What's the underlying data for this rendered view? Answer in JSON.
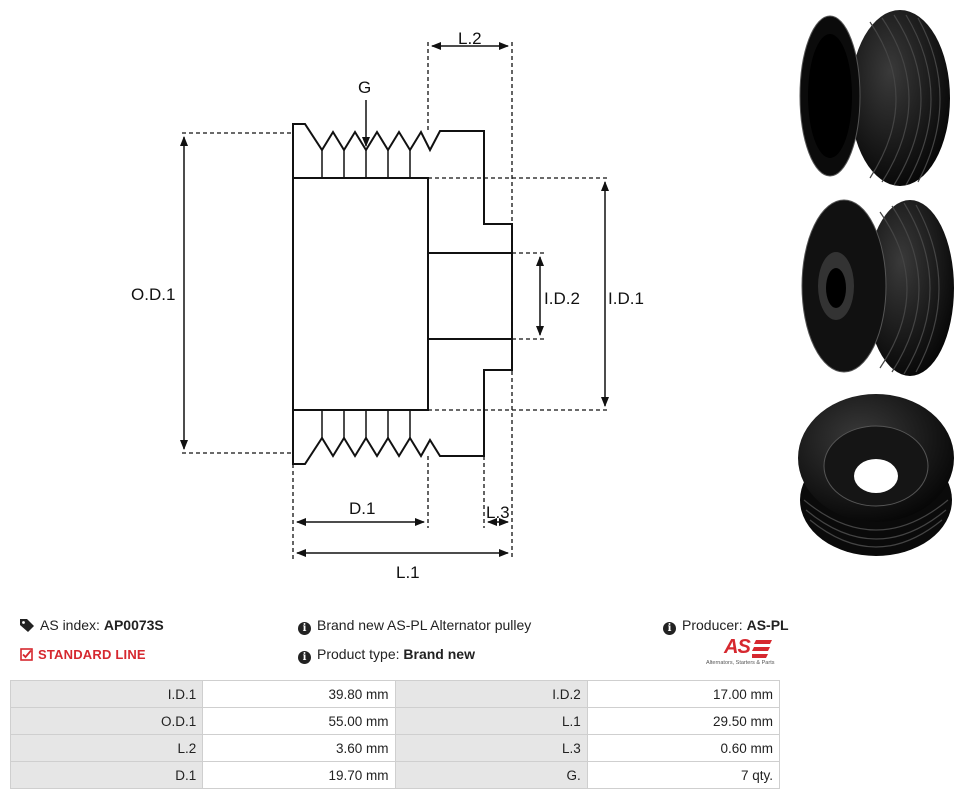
{
  "diagram": {
    "labels": {
      "g": "G",
      "l2": "L.2",
      "od1": "O.D.1",
      "id1": "I.D.1",
      "id2": "I.D.2",
      "d1": "D.1",
      "l3": "L.3",
      "l1": "L.1"
    }
  },
  "photos": {
    "alt": [
      "pulley-side-view",
      "pulley-front-view",
      "pulley-back-view"
    ]
  },
  "info": {
    "as_index_label": "AS index:",
    "as_index_value": "AP0073S",
    "standard_line": "STANDARD LINE",
    "description": "Brand new AS-PL Alternator pulley",
    "product_type_label": "Product type:",
    "product_type_value": "Brand new",
    "producer_label": "Producer:",
    "producer_value": "AS-PL"
  },
  "logo": {
    "mark": "AS",
    "tagline": "Alternators, Starters & Parts"
  },
  "colors": {
    "accent_red": "#d6282f",
    "label_bg": "#e6e6e6",
    "border": "#cfcfcf"
  },
  "specs": [
    {
      "label1": "I.D.1",
      "value1": "39.80 mm",
      "label2": "I.D.2",
      "value2": "17.00 mm"
    },
    {
      "label1": "O.D.1",
      "value1": "55.00 mm",
      "label2": "L.1",
      "value2": "29.50 mm"
    },
    {
      "label1": "L.2",
      "value1": "3.60 mm",
      "label2": "L.3",
      "value2": "0.60 mm"
    },
    {
      "label1": "D.1",
      "value1": "19.70 mm",
      "label2": "G.",
      "value2": "7 qty."
    }
  ]
}
